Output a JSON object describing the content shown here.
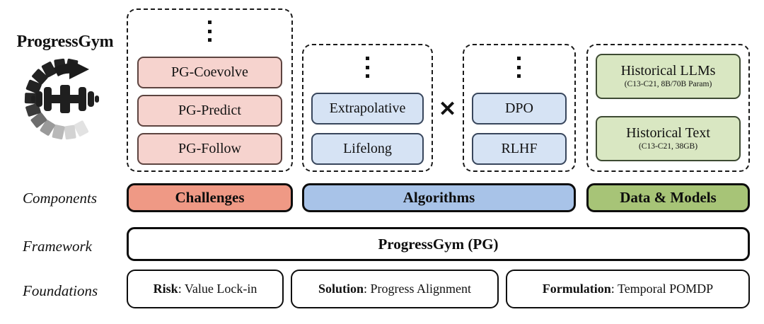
{
  "brand": {
    "title": "ProgressGym",
    "logo_icon": "progressgym-circular-arrow-dumbbell-logo"
  },
  "colors": {
    "pink_chip": "#f6d3ce",
    "blue_chip": "#d6e3f4",
    "green_chip": "#d9e7c2",
    "challenges_band": "#ef9985",
    "algorithms_band": "#a8c3e8",
    "data_models_band": "#a7c477",
    "outline": "#0d0d0d"
  },
  "groups": {
    "challenges": {
      "ellipsis": "vertical-ellipsis",
      "items": [
        {
          "main": "PG-Coevolve"
        },
        {
          "main": "PG-Predict"
        },
        {
          "main": "PG-Follow"
        }
      ]
    },
    "algorithm_paradigms": {
      "ellipsis": "vertical-ellipsis",
      "items": [
        {
          "main": "Extrapolative"
        },
        {
          "main": "Lifelong"
        }
      ]
    },
    "algorithm_methods": {
      "ellipsis": "vertical-ellipsis",
      "items": [
        {
          "main": "DPO"
        },
        {
          "main": "RLHF"
        }
      ]
    },
    "data_models": {
      "items": [
        {
          "main": "Historical LLMs",
          "sub": "(C13-C21, 8B/70B Param)"
        },
        {
          "main": "Historical Text",
          "sub": "(C13-C21, 38GB)"
        }
      ]
    },
    "operator": "✕"
  },
  "rows": {
    "components": {
      "label": "Components",
      "bands": [
        {
          "label": "Challenges"
        },
        {
          "label": "Algorithms"
        },
        {
          "label": "Data & Models"
        }
      ]
    },
    "framework": {
      "label": "Framework",
      "band": {
        "label": "ProgressGym (PG)"
      }
    },
    "foundations": {
      "label": "Foundations",
      "items": [
        {
          "key": "Risk",
          "value": ": Value Lock-in"
        },
        {
          "key": "Solution",
          "value": ": Progress Alignment"
        },
        {
          "key": "Formulation",
          "value": ": Temporal POMDP"
        }
      ]
    }
  }
}
